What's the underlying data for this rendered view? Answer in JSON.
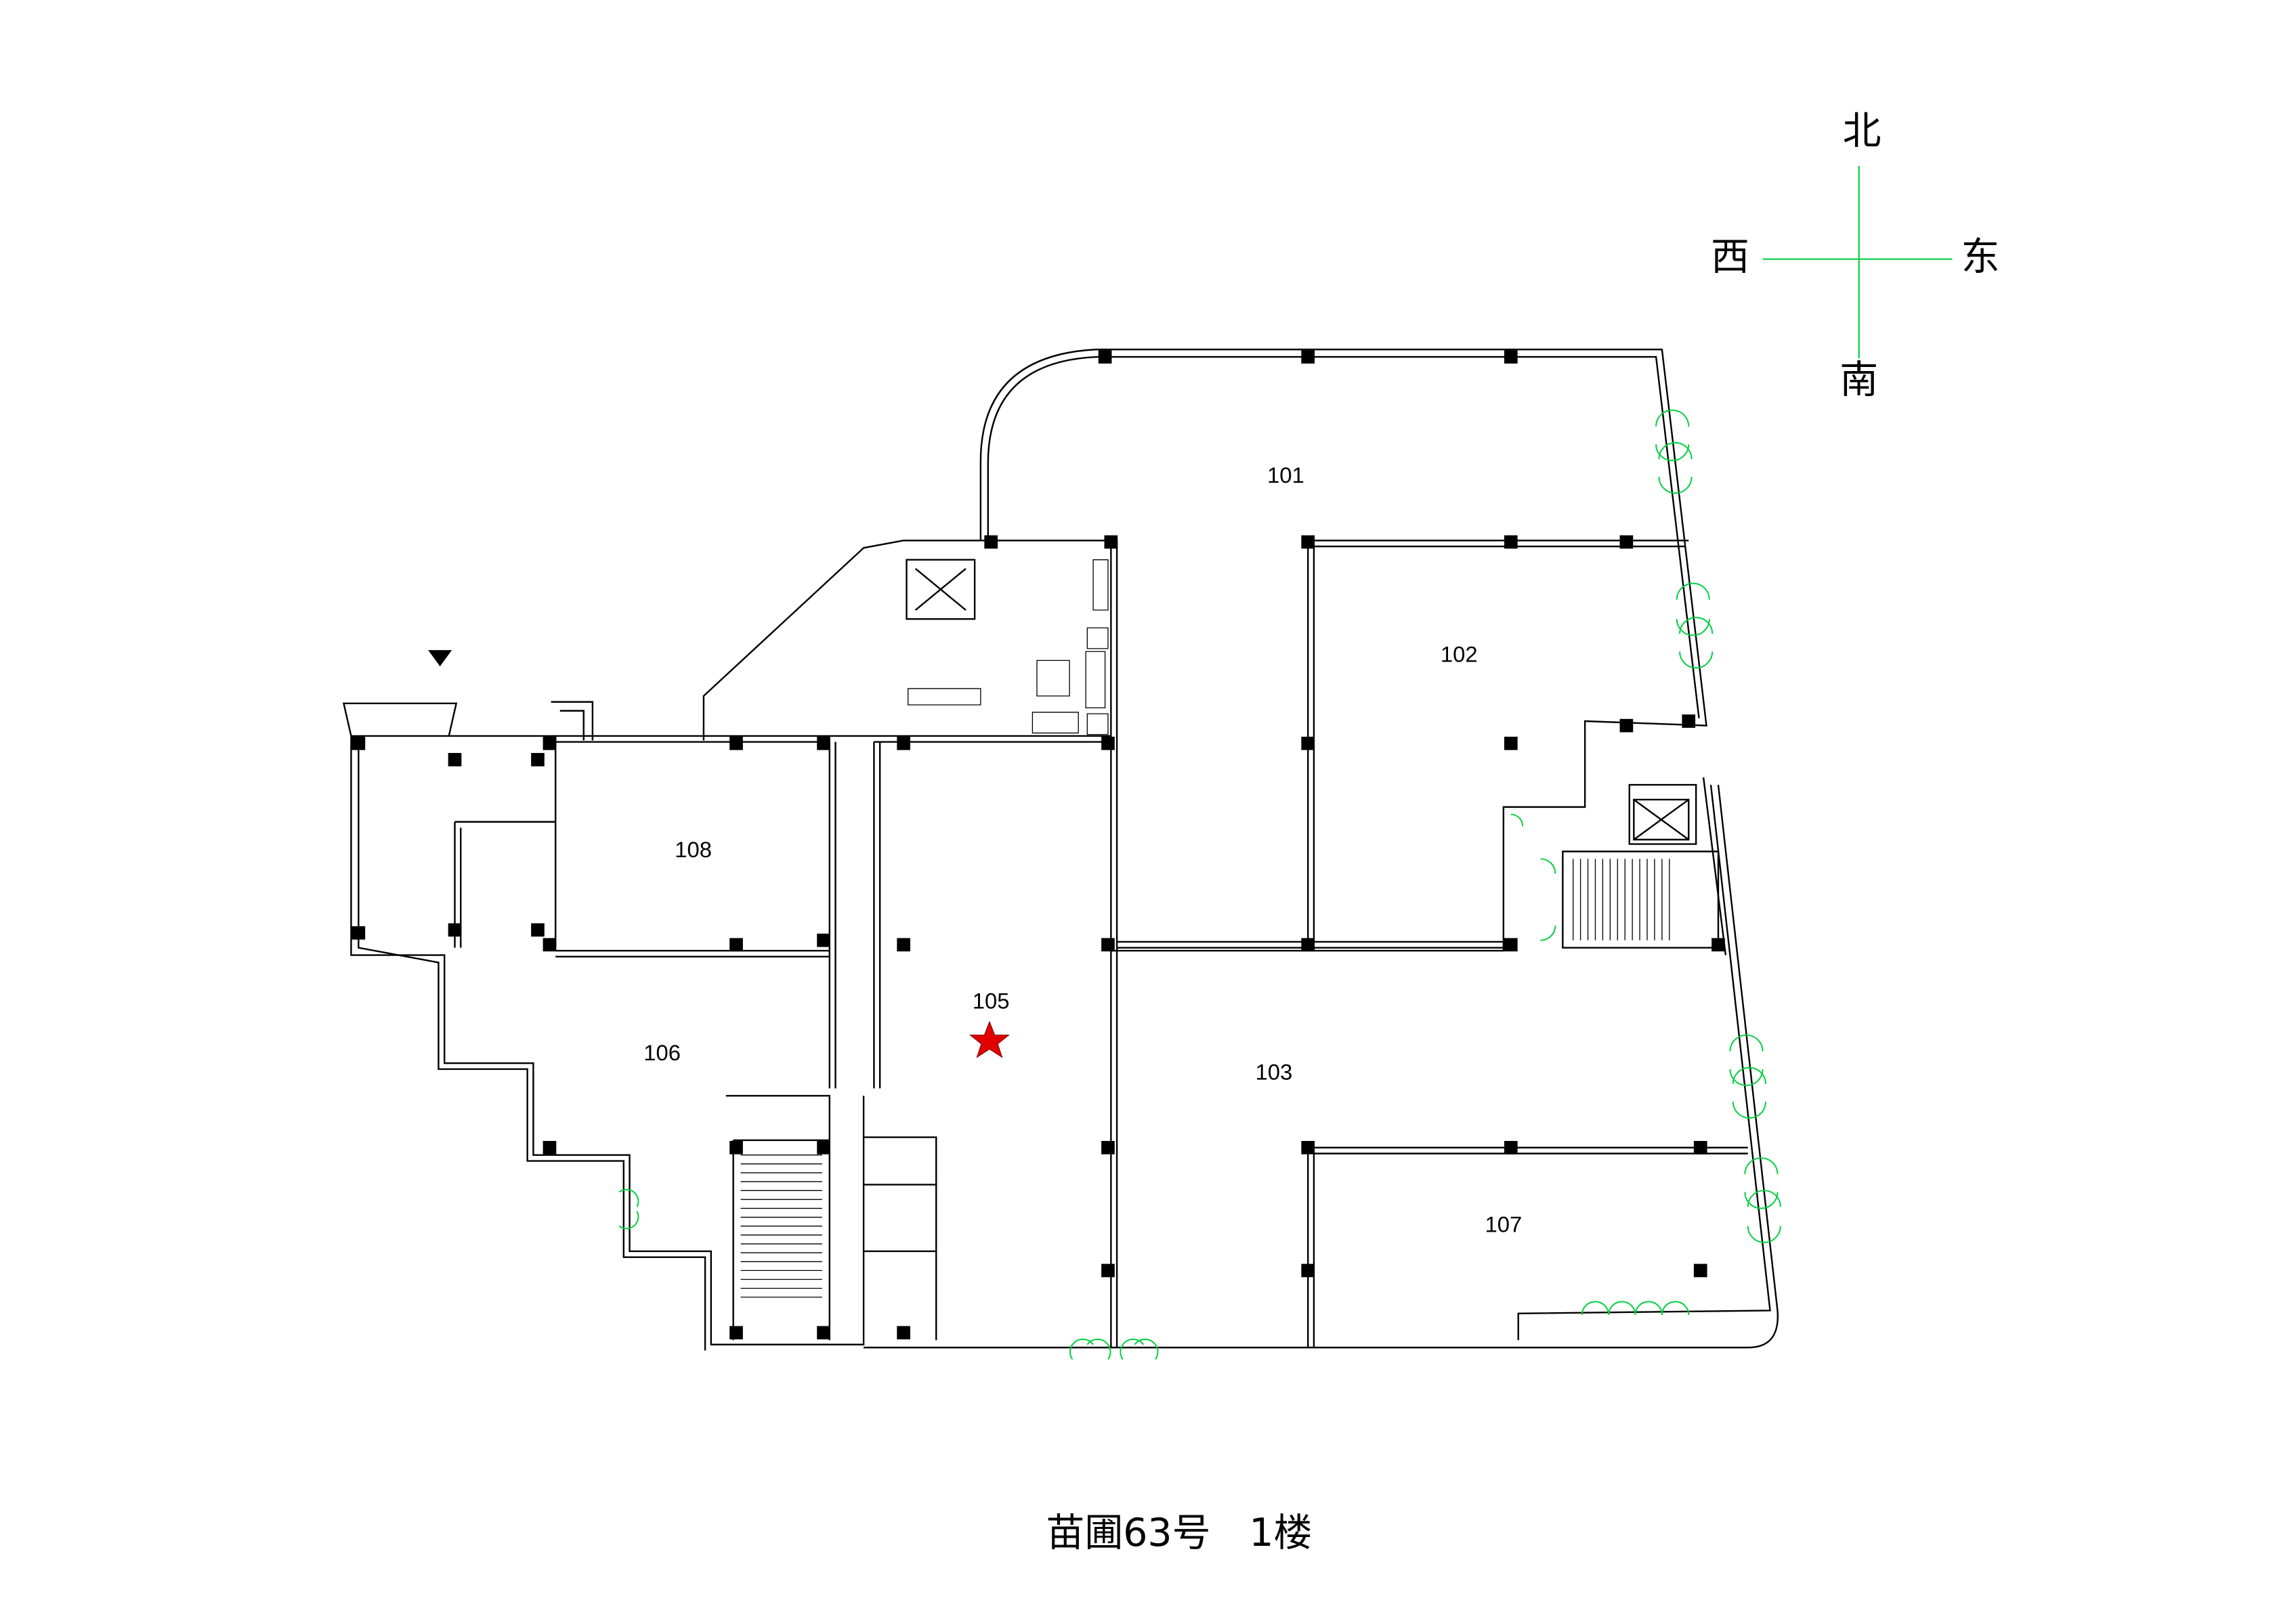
{
  "title": "苗圃63号　1楼",
  "compass": {
    "north": "北",
    "south": "南",
    "east": "东",
    "west": "西",
    "line_color": "#00d040"
  },
  "rooms": [
    {
      "id": "101",
      "label": "101"
    },
    {
      "id": "102",
      "label": "102"
    },
    {
      "id": "103",
      "label": "103"
    },
    {
      "id": "105",
      "label": "105"
    },
    {
      "id": "106",
      "label": "106"
    },
    {
      "id": "107",
      "label": "107"
    },
    {
      "id": "108",
      "label": "108"
    }
  ],
  "marker": {
    "icon": "star-icon",
    "color": "#e00000",
    "room": "105"
  },
  "entrance": {
    "icon": "triangle-down-icon"
  }
}
